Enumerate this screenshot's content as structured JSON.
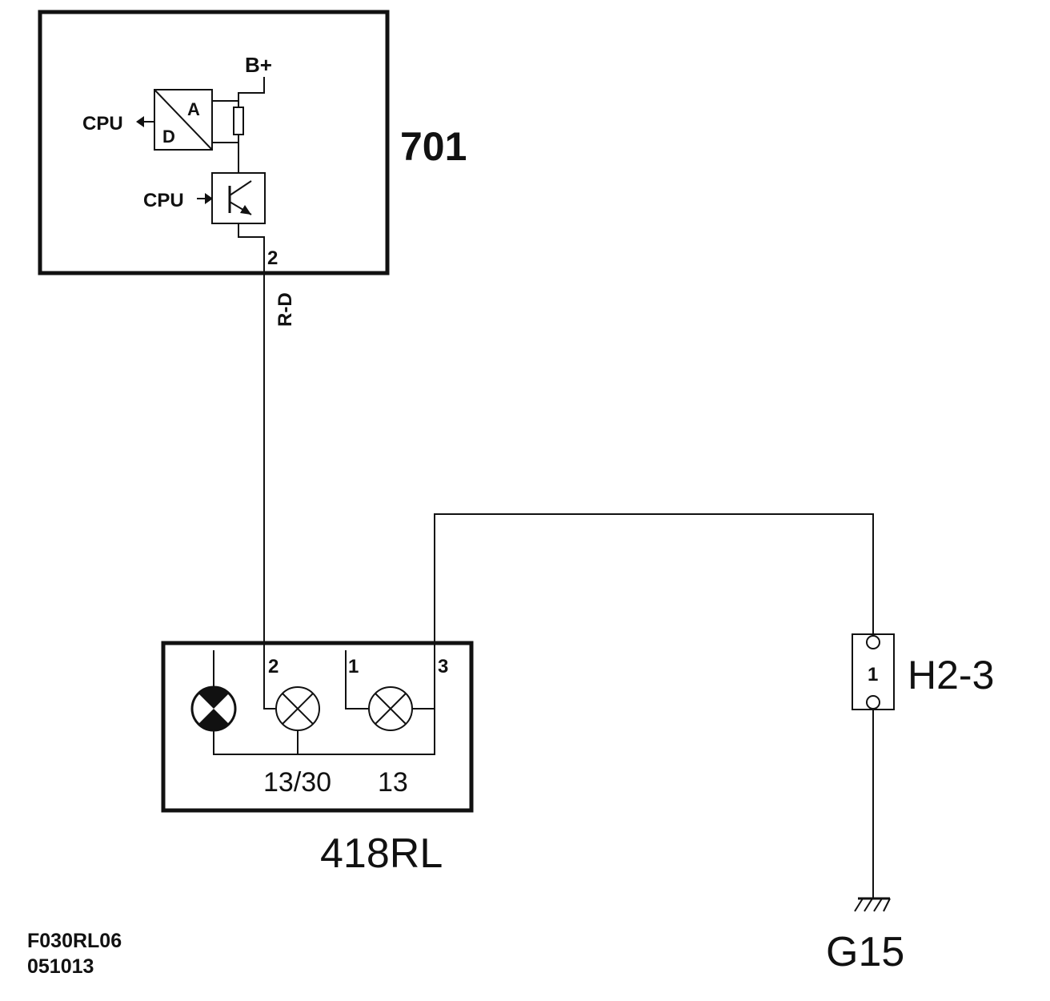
{
  "module_701": {
    "id": "701",
    "supply": "B+",
    "adc_output": "CPU",
    "adc_a": "A",
    "adc_d": "D",
    "transistor_input": "CPU",
    "pin": "2"
  },
  "wire_1": {
    "color_code": "R-D"
  },
  "lamp_418": {
    "id": "418RL",
    "pin_2": "2",
    "pin_1": "1",
    "pin_3": "3",
    "bulb_1": "13/30",
    "bulb_2": "13"
  },
  "connector": {
    "id": "H2-3",
    "pin": "1"
  },
  "ground": {
    "id": "G15"
  },
  "footer": {
    "drawing_code": "F030RL06",
    "date_code": "051013"
  }
}
